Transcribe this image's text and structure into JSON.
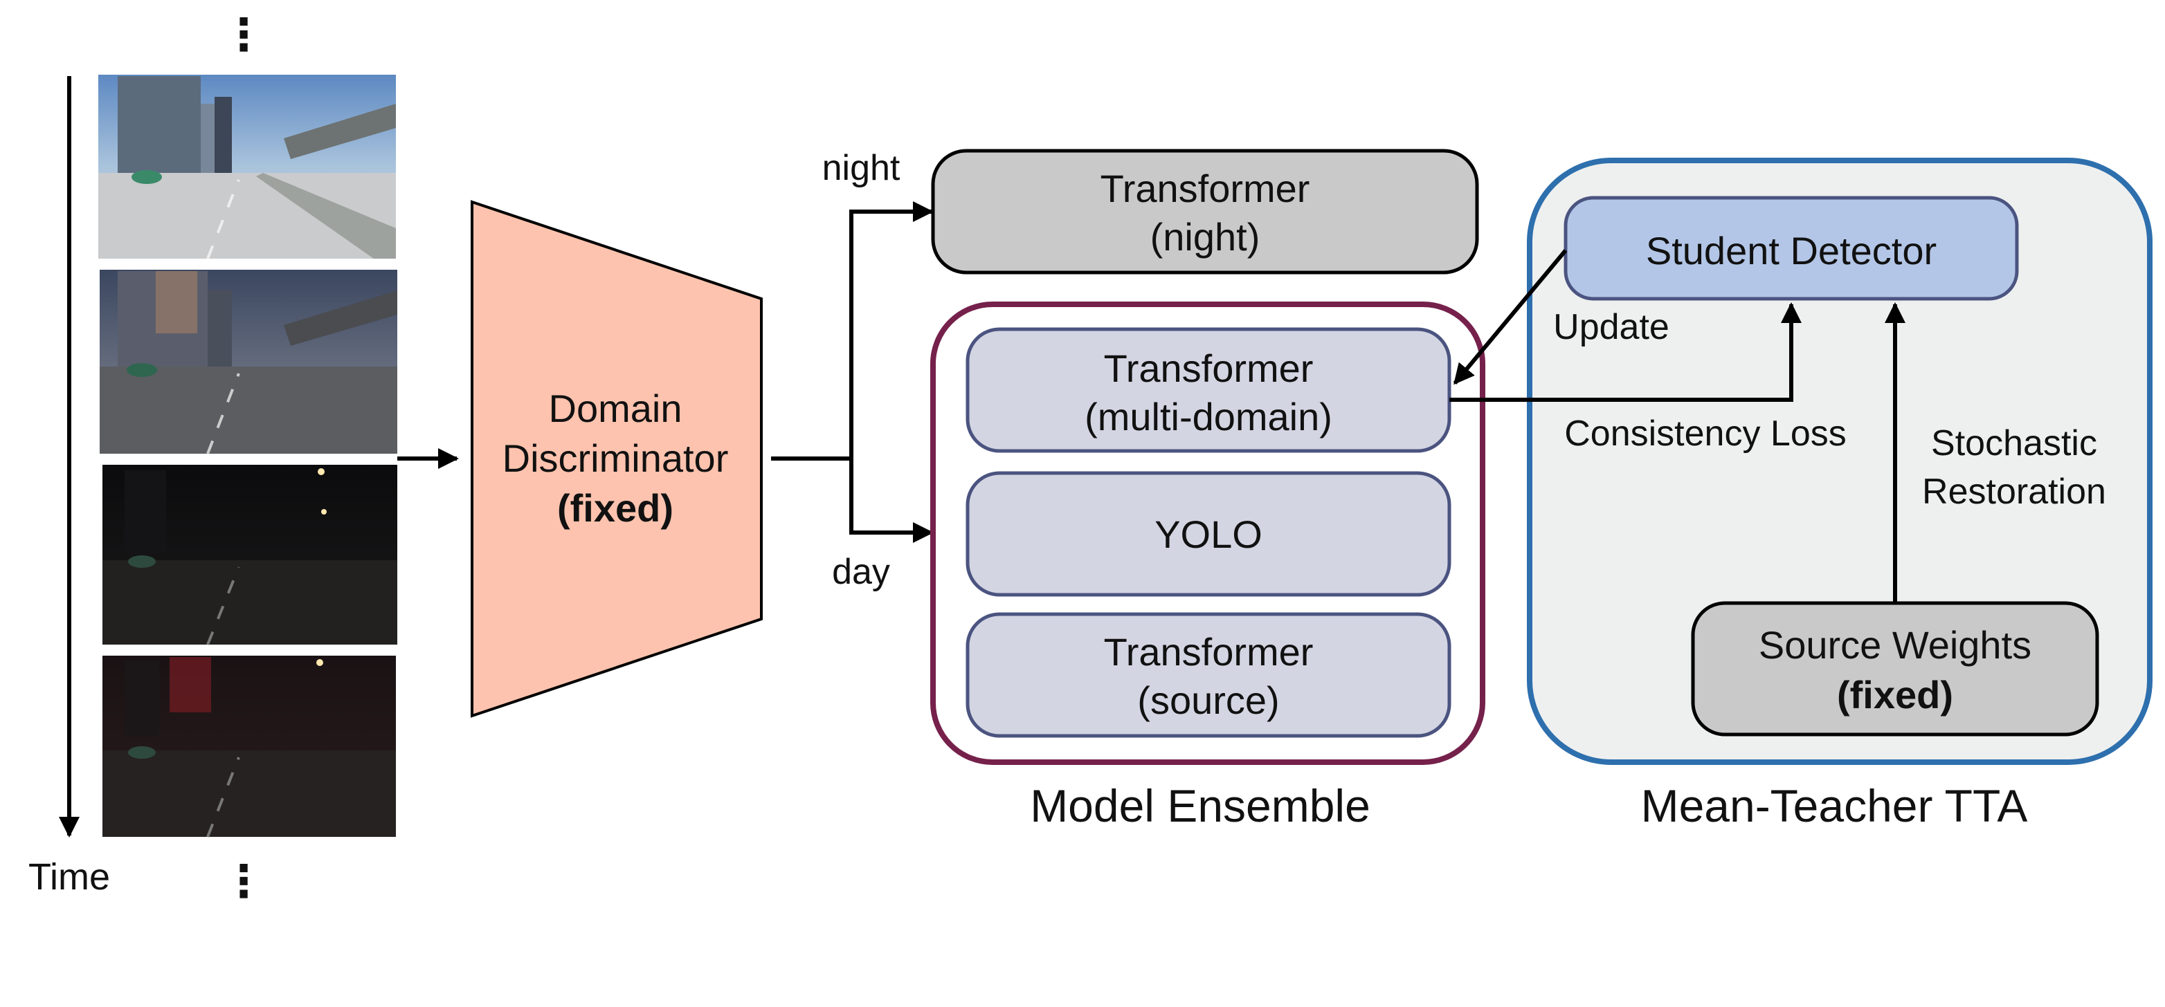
{
  "time_axis": {
    "label": "Time",
    "ellipsis_top": "⋮",
    "ellipsis_bottom": "⋮"
  },
  "frames": [
    {
      "scene": "day"
    },
    {
      "scene": "dusk"
    },
    {
      "scene": "night"
    },
    {
      "scene": "night-red"
    }
  ],
  "discriminator": {
    "line1": "Domain",
    "line2": "Discriminator",
    "line3": "(fixed)",
    "color": "#FDC3AE"
  },
  "router": {
    "night_label": "night",
    "day_label": "day"
  },
  "night_model": {
    "line1": "Transformer",
    "line2": "(night)",
    "color": "#C9C9C9"
  },
  "ensemble": {
    "caption": "Model Ensemble",
    "border_color": "#75214B",
    "item_color": "#D3D5E2",
    "items": [
      {
        "line1": "Transformer",
        "line2": "(multi-domain)"
      },
      {
        "line1": "YOLO",
        "line2": ""
      },
      {
        "line1": "Transformer",
        "line2": "(source)"
      }
    ]
  },
  "tta": {
    "caption": "Mean-Teacher TTA",
    "border_color": "#2E6FAD",
    "background": "#EEF0EF",
    "student": {
      "label": "Student Detector",
      "color": "#B3C6E7"
    },
    "source_weights": {
      "line1": "Source Weights",
      "line2": "(fixed)",
      "color": "#C9C9C9"
    },
    "update_label": "Update",
    "consistency_label": "Consistency Loss",
    "restoration_line1": "Stochastic",
    "restoration_line2": "Restoration"
  }
}
